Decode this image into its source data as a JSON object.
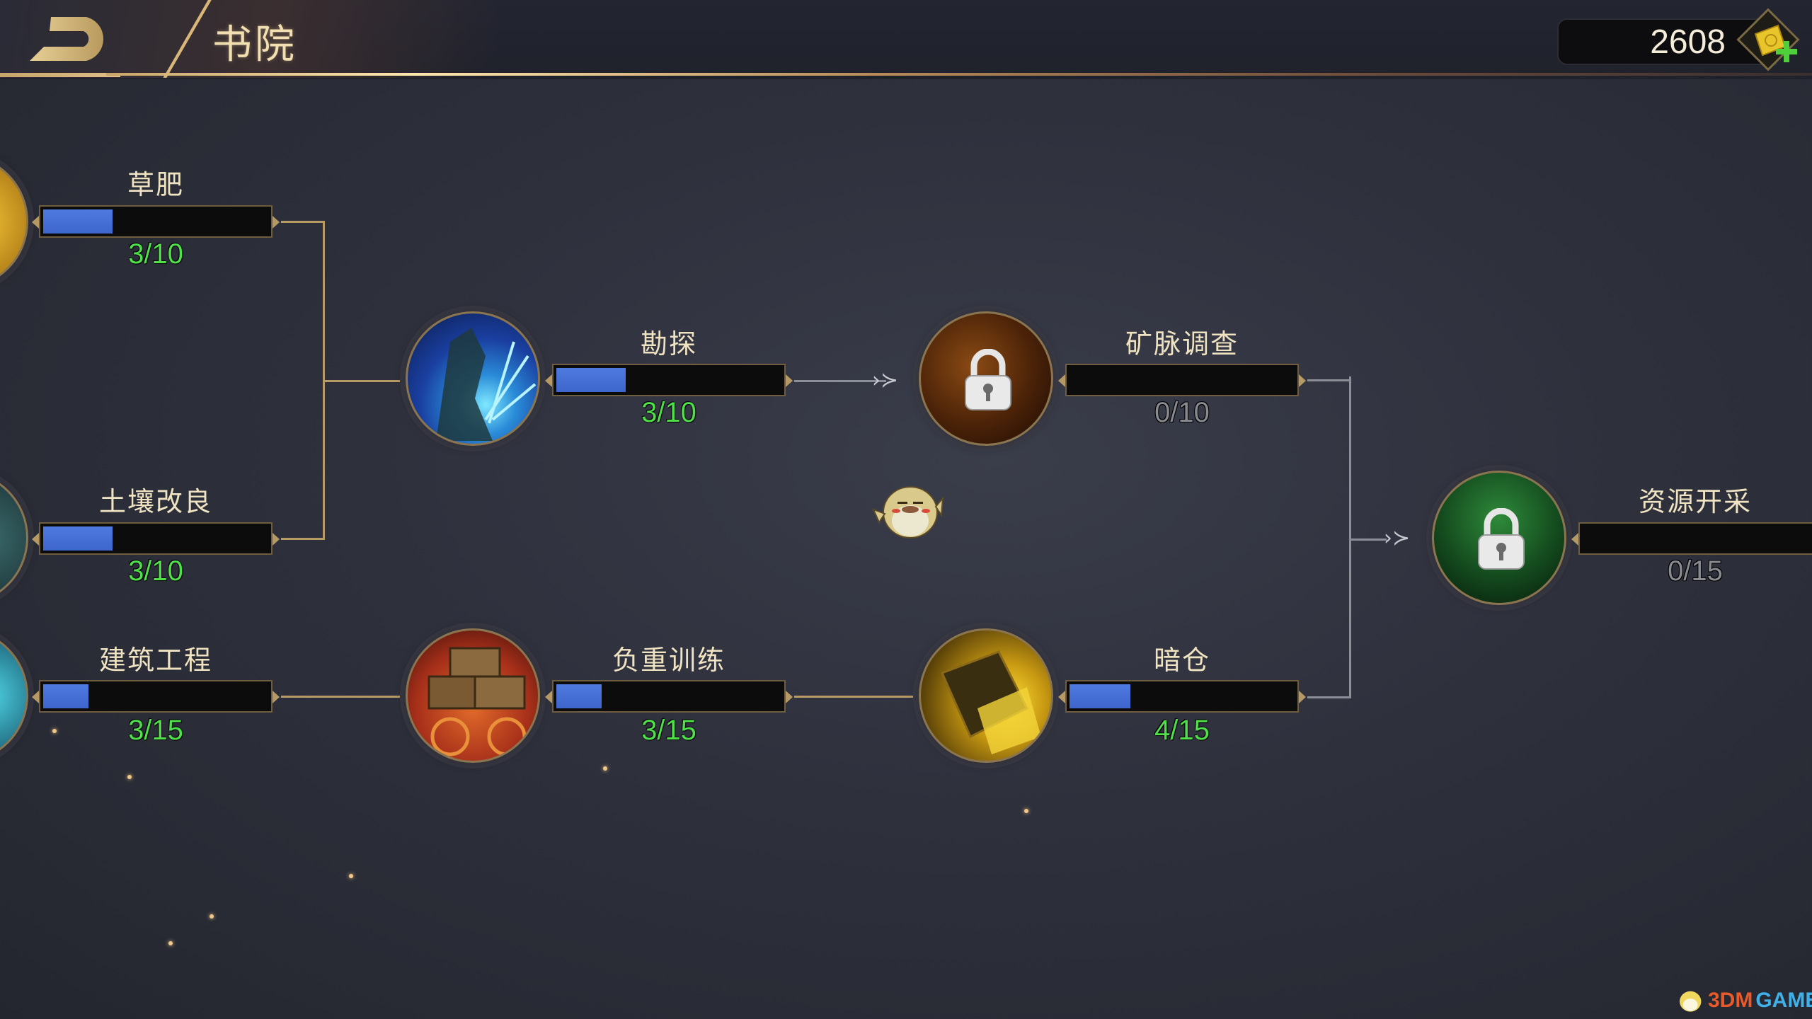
{
  "header": {
    "title": "书院",
    "back_icon": "back-arrow-icon",
    "currency": {
      "value": "2608",
      "icon": "gold-ticket-plus-icon"
    }
  },
  "nodes": [
    {
      "id": "caofei",
      "title": "草肥",
      "count": "3/10",
      "current": 3,
      "max": 10,
      "locked": false,
      "icon": "fertilizer-icon"
    },
    {
      "id": "turang",
      "title": "土壤改良",
      "count": "3/10",
      "current": 3,
      "max": 10,
      "locked": false,
      "icon": "soil-improvement-icon"
    },
    {
      "id": "jianzhu",
      "title": "建筑工程",
      "count": "3/15",
      "current": 3,
      "max": 15,
      "locked": false,
      "icon": "construction-icon"
    },
    {
      "id": "kantan",
      "title": "勘探",
      "count": "3/10",
      "current": 3,
      "max": 10,
      "locked": false,
      "icon": "prospecting-icon"
    },
    {
      "id": "fuzhong",
      "title": "负重训练",
      "count": "3/15",
      "current": 3,
      "max": 15,
      "locked": false,
      "icon": "load-training-icon"
    },
    {
      "id": "kuangmai",
      "title": "矿脉调查",
      "count": "0/10",
      "current": 0,
      "max": 10,
      "locked": true,
      "icon": "ore-vein-survey-icon"
    },
    {
      "id": "ancang",
      "title": "暗仓",
      "count": "4/15",
      "current": 4,
      "max": 15,
      "locked": false,
      "icon": "hidden-storage-icon"
    },
    {
      "id": "ziyuan",
      "title": "资源开采",
      "count": "0/15",
      "current": 0,
      "max": 15,
      "locked": true,
      "icon": "resource-mining-icon"
    }
  ],
  "colors": {
    "progress_fill": "#4f7ae0",
    "count_active": "#4fe04a",
    "count_locked": "#8a8b90",
    "connector_active": "#b89a66",
    "connector_locked": "#8d8f98",
    "title_text": "#efe3c2"
  },
  "watermark": {
    "part1": "3DM",
    "part2": "GAME"
  }
}
